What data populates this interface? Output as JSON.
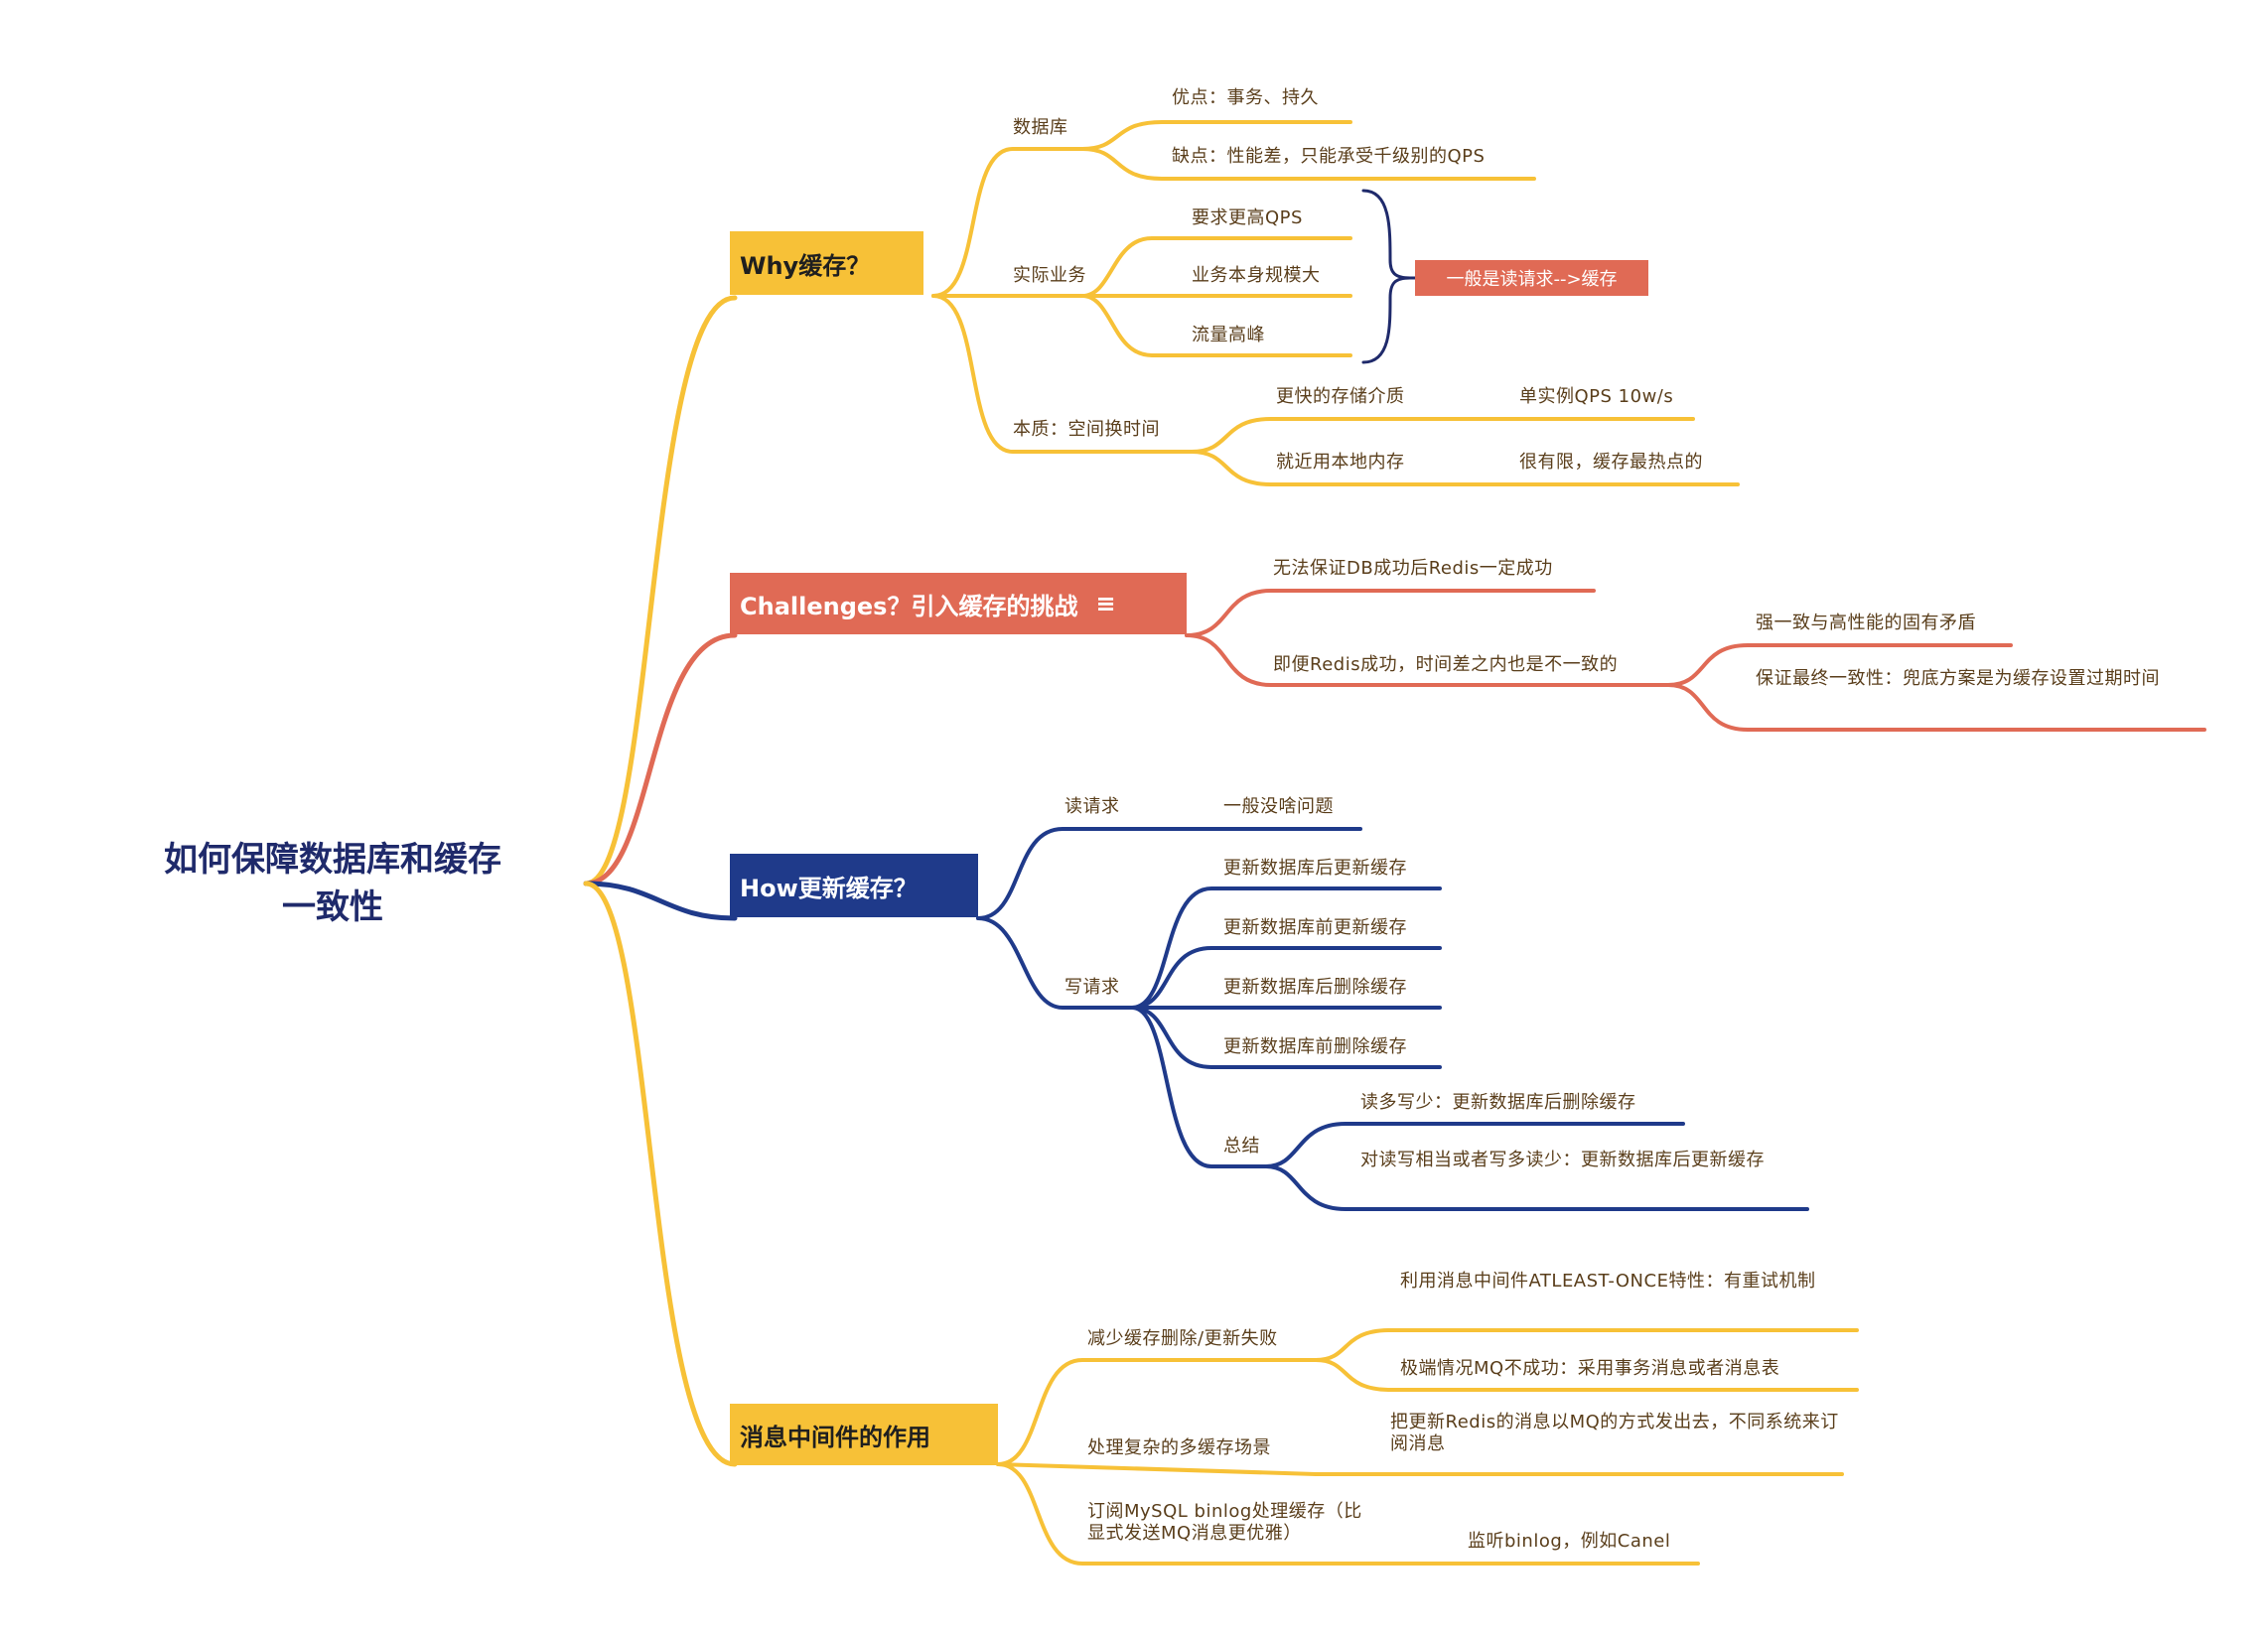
{
  "root": "如何保障数据库和缓存\n一致性",
  "branches": {
    "why": {
      "title": "Why缓存？",
      "db": {
        "label": "数据库",
        "pros": "优点：事务、持久",
        "cons": "缺点：性能差，只能承受千级别的QPS"
      },
      "biz": {
        "label": "实际业务",
        "items": [
          "要求更高QPS",
          "业务本身规模大",
          "流量高峰"
        ],
        "summary": "一般是读请求-->缓存"
      },
      "essence": {
        "label": "本质：空间换时间",
        "a": "更快的存储介质",
        "a_note": "单实例QPS 10w/s",
        "b": "就近用本地内存",
        "b_note": "很有限，缓存最热点的"
      }
    },
    "challenges": {
      "title": "Challenges？引入缓存的挑战",
      "c1": "无法保证DB成功后Redis一定成功",
      "c2": "即便Redis成功，时间差之内也是不一致的",
      "c2a": "强一致与高性能的固有矛盾",
      "c2b": "保证最终一致性：兜底方案是为缓存设置过期时间"
    },
    "how": {
      "title": "How更新缓存？",
      "read": "读请求",
      "read_note": "一般没啥问题",
      "write": "写请求",
      "write_items": [
        "更新数据库后更新缓存",
        "更新数据库前更新缓存",
        "更新数据库后删除缓存",
        "更新数据库前删除缓存"
      ],
      "summary": "总结",
      "summary_items": [
        "读多写少：更新数据库后删除缓存",
        "对读写相当或者写多读少：更新数据库后更新缓存"
      ]
    },
    "mq": {
      "title": "消息中间件的作用",
      "m1": "减少缓存删除/更新失败",
      "m1a": "利用消息中间件ATLEAST-ONCE特性：有重试机制",
      "m1b": "极端情况MQ不成功：采用事务消息或者消息表",
      "m2": "处理复杂的多缓存场景",
      "m2a": "把更新Redis的消息以MQ的方式发出去，不同系统来订阅消息",
      "m3": "订阅MySQL binlog处理缓存（比显式发送MQ消息更优雅）",
      "m3a": "监听binlog，例如Canel"
    }
  },
  "colors": {
    "yellow": "#f7c137",
    "red": "#e06a55",
    "blue": "#1f3a8a",
    "text": "#5a3e1b"
  }
}
